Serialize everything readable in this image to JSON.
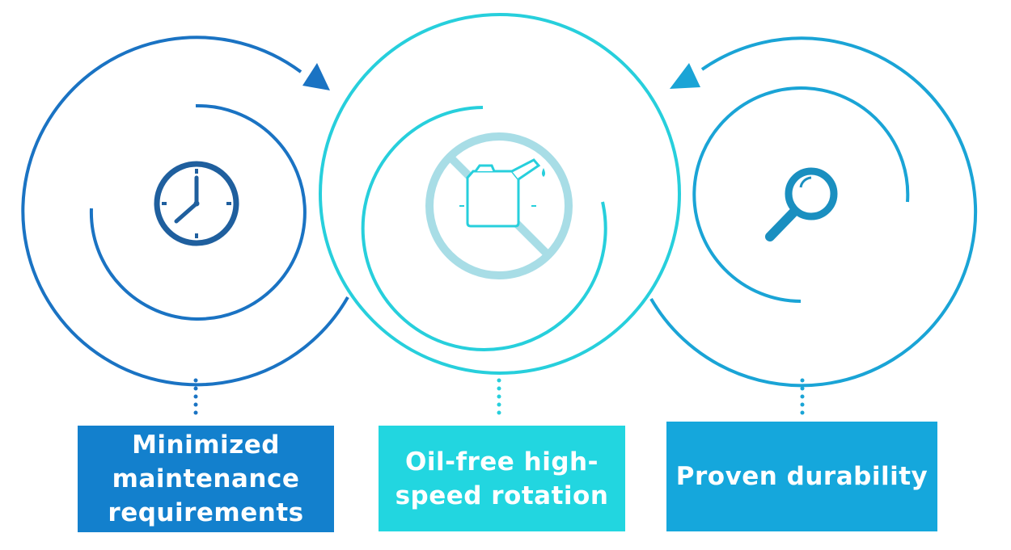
{
  "colors": {
    "dark_blue": "#1a73c3",
    "cyan": "#27cfdc",
    "mid_blue": "#1aa4d6",
    "faded_cyan": "#a8dde6",
    "box_dark_blue": "#1380cd",
    "box_cyan": "#22d6e0",
    "box_mid_blue": "#15a7dc"
  },
  "nodes": [
    {
      "id": "maintenance",
      "icon": "clock-icon",
      "label": "Minimized maintenance requirements"
    },
    {
      "id": "oil-free",
      "icon": "no-oil-can-icon",
      "label": "Oil-free high-speed rotation"
    },
    {
      "id": "durability",
      "icon": "magnifying-glass-icon",
      "label": "Proven durability"
    }
  ]
}
